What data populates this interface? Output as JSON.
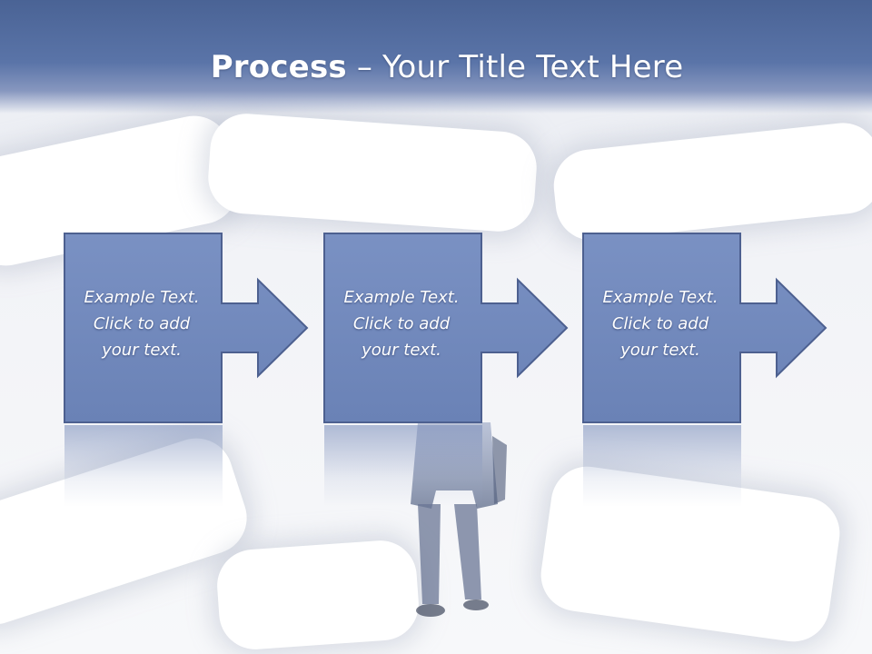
{
  "slide": {
    "title_bold": "Process",
    "title_rest": " – Your Title Text Here"
  },
  "steps": [
    {
      "line1": "Example Text.",
      "line2": "Click  to add",
      "line3": "your text."
    },
    {
      "line1": "Example Text.",
      "line2": "Click  to add",
      "line3": "your text."
    },
    {
      "line1": "Example Text.",
      "line2": "Click  to add",
      "line3": "your text."
    }
  ],
  "colors": {
    "header": "#4a6395",
    "box_fill": "#7189bd",
    "box_stroke": "#4d6090",
    "text": "#ffffff"
  }
}
